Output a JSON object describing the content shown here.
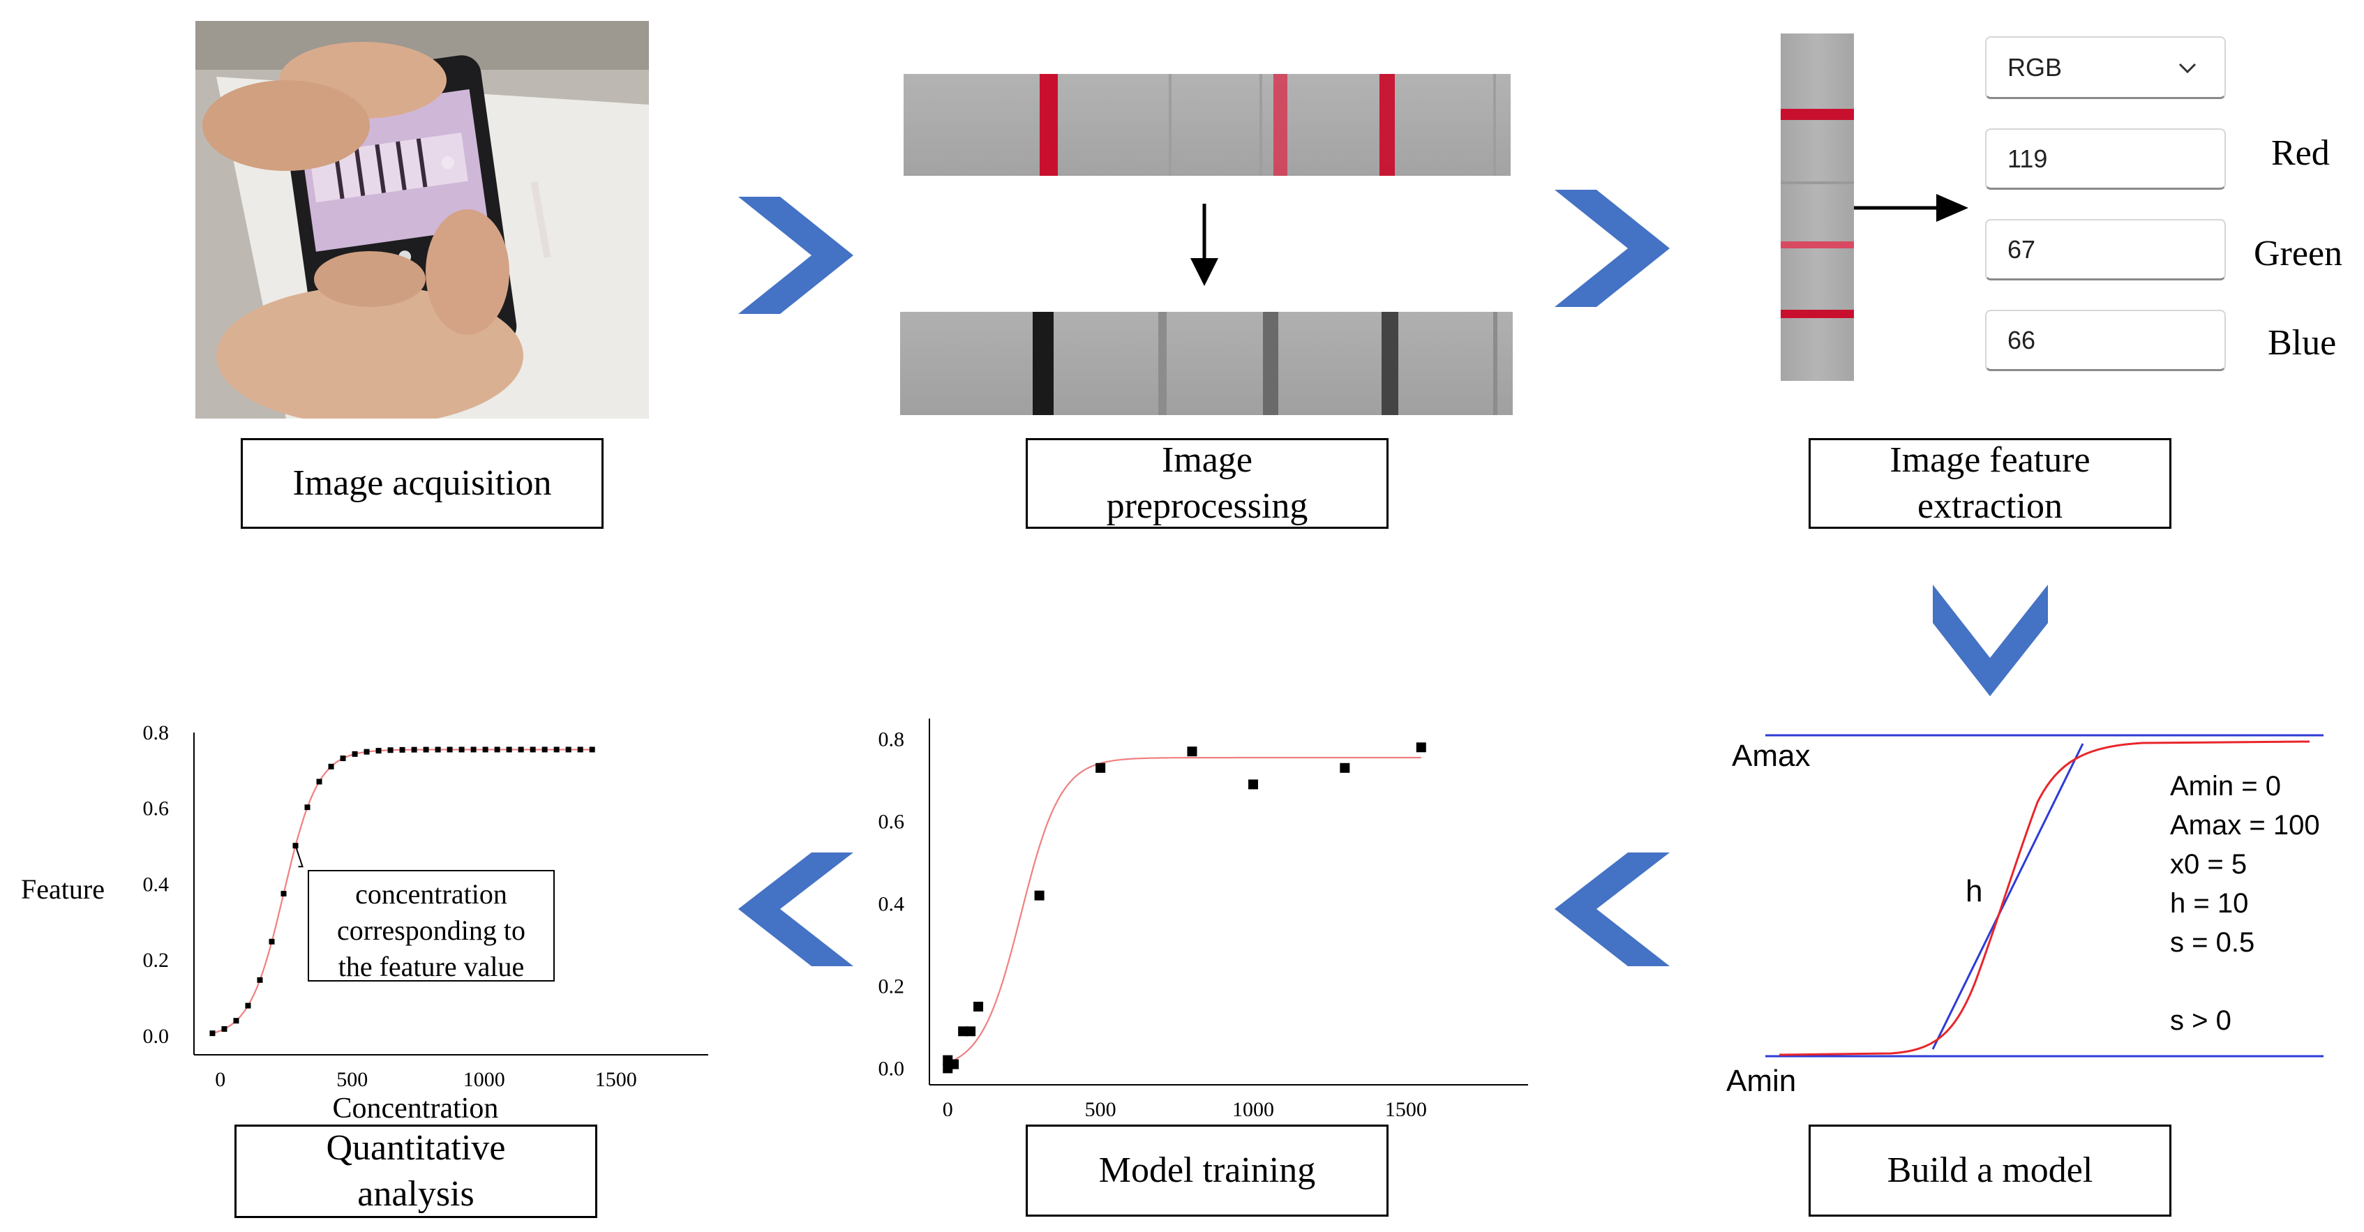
{
  "stages": {
    "acquisition": "Image acquisition",
    "preprocessing_line1": "Image",
    "preprocessing_line2": "preprocessing",
    "extraction_line1": "Image feature",
    "extraction_line2": "extraction",
    "build_model": "Build a model",
    "training": "Model training",
    "quant_line1": "Quantitative",
    "quant_line2": "analysis"
  },
  "feature_extraction": {
    "mode_select": "RGB",
    "channels": [
      {
        "label": "Red",
        "value": "119"
      },
      {
        "label": "Green",
        "value": "67"
      },
      {
        "label": "Blue",
        "value": "66"
      }
    ]
  },
  "model": {
    "amax_label": "Amax",
    "amin_label": "Amin",
    "h_label": "h",
    "params": [
      "Amin = 0",
      "Amax = 100",
      "x0 = 5",
      "h = 10",
      "s = 0.5"
    ],
    "constraint": "s > 0"
  },
  "colors": {
    "chevron": "#4472c4",
    "curve": "#e8262b",
    "asymptote": "#2e3bd6",
    "test_band": "#c8102e"
  },
  "chart_data": [
    {
      "type": "scatter",
      "title": "",
      "xlabel": "",
      "ylabel": "",
      "xlim": [
        -60,
        1900
      ],
      "ylim": [
        -0.04,
        0.85
      ],
      "xticks": [
        "0",
        "500",
        "1000",
        "1500"
      ],
      "yticks": [
        "0.0",
        "0.2",
        "0.4",
        "0.6",
        "0.8"
      ],
      "points": [
        [
          0,
          0.0
        ],
        [
          0,
          0.02
        ],
        [
          10,
          0.01
        ],
        [
          20,
          0.01
        ],
        [
          50,
          0.09
        ],
        [
          75,
          0.09
        ],
        [
          100,
          0.15
        ],
        [
          300,
          0.42
        ],
        [
          500,
          0.73
        ],
        [
          800,
          0.77
        ],
        [
          1000,
          0.69
        ],
        [
          1300,
          0.73
        ],
        [
          1550,
          0.78
        ]
      ],
      "fit_curve": "sigmoid"
    },
    {
      "type": "line",
      "title": "",
      "xlabel": "Concentration",
      "ylabel": "Feature",
      "xlim": [
        -100,
        1850
      ],
      "ylim": [
        -0.05,
        0.8
      ],
      "xticks": [
        "0",
        "500",
        "1000",
        "1500"
      ],
      "yticks": [
        "0.0",
        "0.2",
        "0.4",
        "0.6",
        "0.8"
      ],
      "annotation": [
        "concentration",
        "corresponding to",
        "the feature value"
      ]
    }
  ]
}
